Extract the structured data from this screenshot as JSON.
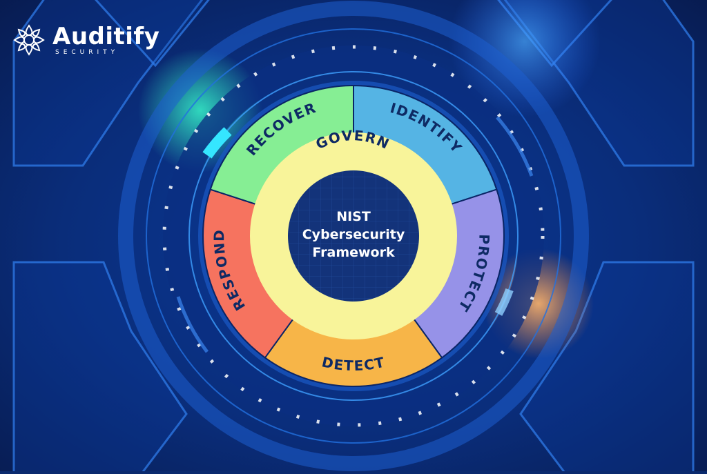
{
  "brand": {
    "name": "Auditify",
    "sub": "SECURITY"
  },
  "center": {
    "line1": "NIST",
    "line2": "Cybersecurity",
    "line3": "Framework"
  },
  "govern": "GOVERN",
  "segments": [
    {
      "id": "identify",
      "label": "IDENTIFY",
      "color": "#55b4e4",
      "text": "#0e2a64"
    },
    {
      "id": "protect",
      "label": "PROTECT",
      "color": "#9692e8",
      "text": "#0e2a64"
    },
    {
      "id": "detect",
      "label": "DETECT",
      "color": "#f7b548",
      "text": "#0e2a64"
    },
    {
      "id": "respond",
      "label": "RESPOND",
      "color": "#f6735f",
      "text": "#0e2a64"
    },
    {
      "id": "recover",
      "label": "RECOVER",
      "color": "#86ee94",
      "text": "#0e2a64"
    }
  ],
  "colors": {
    "govern": "#f8f49a",
    "core": "#13337a",
    "background": "#0a2a6e",
    "accent": "#35e6ff"
  }
}
